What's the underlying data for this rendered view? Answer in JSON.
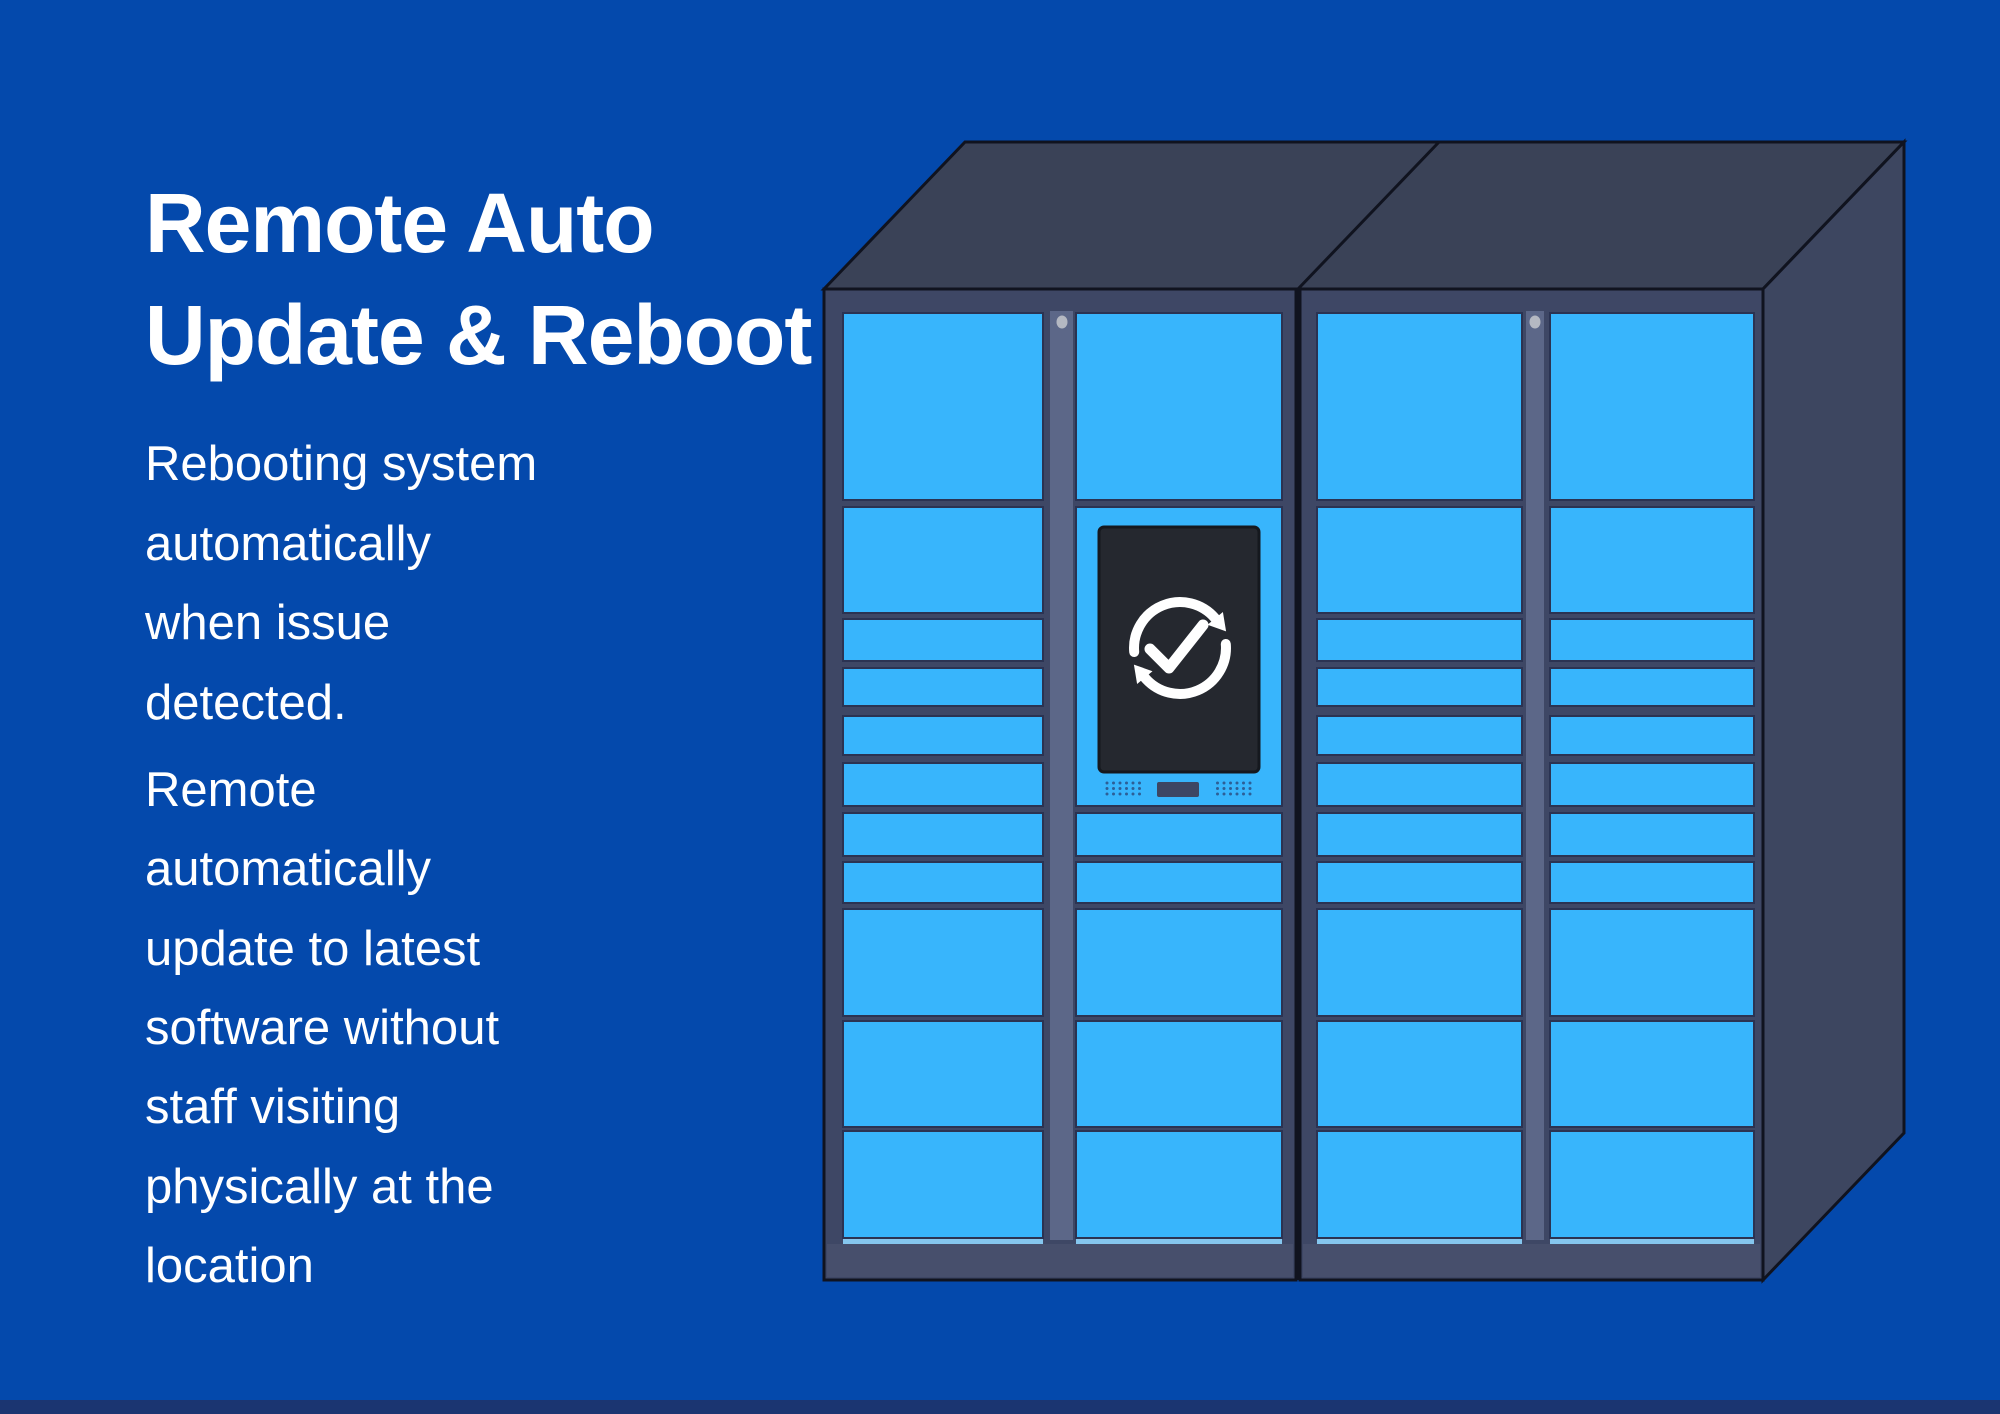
{
  "title": "Remote Auto\nUpdate & Reboot",
  "paragraphs": [
    "Rebooting system\nautomatically\nwhen issue\ndetected.",
    "Remote\nautomatically\nupdate to latest\nsoftware without\nstaff visiting\nphysically at the\nlocation"
  ],
  "illustration": {
    "kind": "smart-parcel-locker-cabinets",
    "cabinet_count": 2,
    "screen_icon": "sync-check-icon"
  },
  "colors": {
    "bg": "#0449ac",
    "bottomBar": "#1b3571",
    "text": "#ffffff",
    "door": "#38b5fc",
    "doorEdge": "#2b3352",
    "doorLip": "#85c6ee",
    "cabFrame": "#3e4765",
    "cabTop": "#3a4257",
    "cabSide": "#3d4660",
    "cabBase": "#474f6c",
    "pillar": "#5c6788",
    "pillarDot": "#b4b8c2",
    "outline": "#10131f",
    "screen": "#25282f",
    "screenEdge": "#15181e",
    "icon": "#ffffff",
    "speakerDot": "#2d5f97",
    "slot": "#3d4663"
  }
}
